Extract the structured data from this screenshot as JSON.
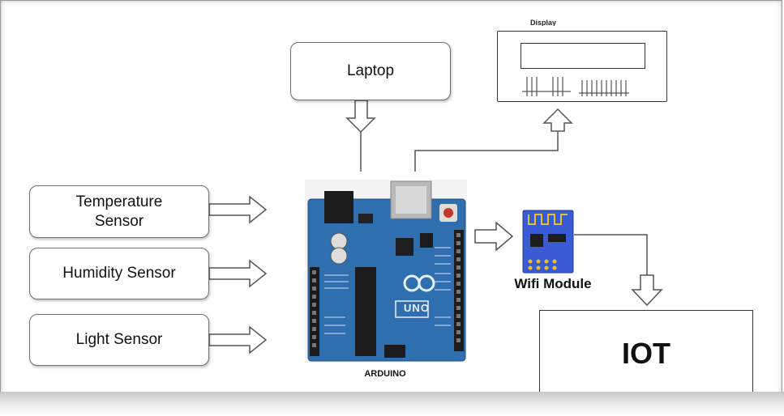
{
  "laptop": {
    "label": "Laptop"
  },
  "display": {
    "label": "Display"
  },
  "sensors": [
    {
      "label": "Temperature Sensor"
    },
    {
      "label": "Humidity Sensor"
    },
    {
      "label": "Light Sensor"
    }
  ],
  "arduino": {
    "label": "ARDUINO",
    "board_text": "UNO"
  },
  "wifi": {
    "label": "Wifi Module"
  },
  "iot": {
    "label": "IOT"
  },
  "colors": {
    "board": "#2f6fb0",
    "wifi_board": "#3a5bd4",
    "line": "#555555"
  }
}
